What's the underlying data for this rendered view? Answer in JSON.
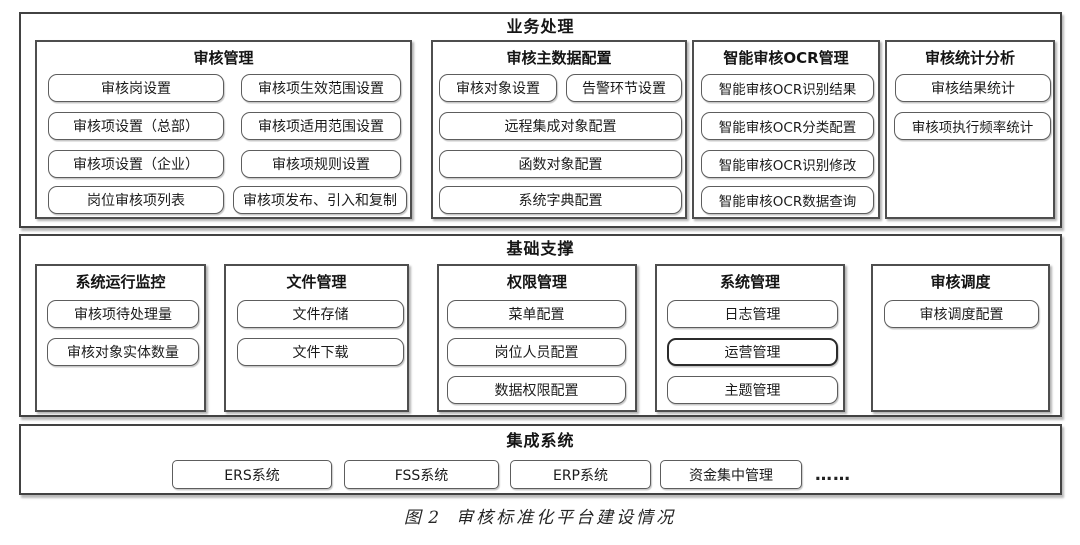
{
  "colors": {
    "background": "#ffffff",
    "container_border": "#424242",
    "group_border": "#4e4e4e",
    "module_border": "#5d5d5d",
    "emphasized_border": "#2b2b2b",
    "text": "#1b1b1b"
  },
  "sections": {
    "business": {
      "title": "业务处理",
      "groups": [
        {
          "title": "审核管理",
          "items": [
            "审核岗设置",
            "审核项生效范围设置",
            "审核项设置（总部）",
            "审核项适用范围设置",
            "审核项设置（企业）",
            "审核项规则设置",
            "岗位审核项列表",
            "审核项发布、引入和复制"
          ]
        },
        {
          "title": "审核主数据配置",
          "items": [
            "审核对象设置",
            "告警环节设置",
            "远程集成对象配置",
            "函数对象配置",
            "系统字典配置"
          ]
        },
        {
          "title": "智能审核OCR管理",
          "items": [
            "智能审核OCR识别结果",
            "智能审核OCR分类配置",
            "智能审核OCR识别修改",
            "智能审核OCR数据查询"
          ]
        },
        {
          "title": "审核统计分析",
          "items": [
            "审核结果统计",
            "审核项执行频率统计"
          ]
        }
      ]
    },
    "foundation": {
      "title": "基础支撑",
      "groups": [
        {
          "title": "系统运行监控",
          "items": [
            "审核项待处理量",
            "审核对象实体数量"
          ]
        },
        {
          "title": "文件管理",
          "items": [
            "文件存储",
            "文件下载"
          ]
        },
        {
          "title": "权限管理",
          "items": [
            "菜单配置",
            "岗位人员配置",
            "数据权限配置"
          ]
        },
        {
          "title": "系统管理",
          "items": [
            "日志管理",
            "运营管理",
            "主题管理"
          ]
        },
        {
          "title": "审核调度",
          "items": [
            "审核调度配置"
          ]
        }
      ]
    },
    "integration": {
      "title": "集成系统",
      "items": [
        "ERS系统",
        "FSS系统",
        "ERP系统",
        "资金集中管理"
      ],
      "ellipsis": "……"
    }
  },
  "caption": {
    "figure_label": "图 2",
    "figure_title": "审核标准化平台建设情况"
  }
}
